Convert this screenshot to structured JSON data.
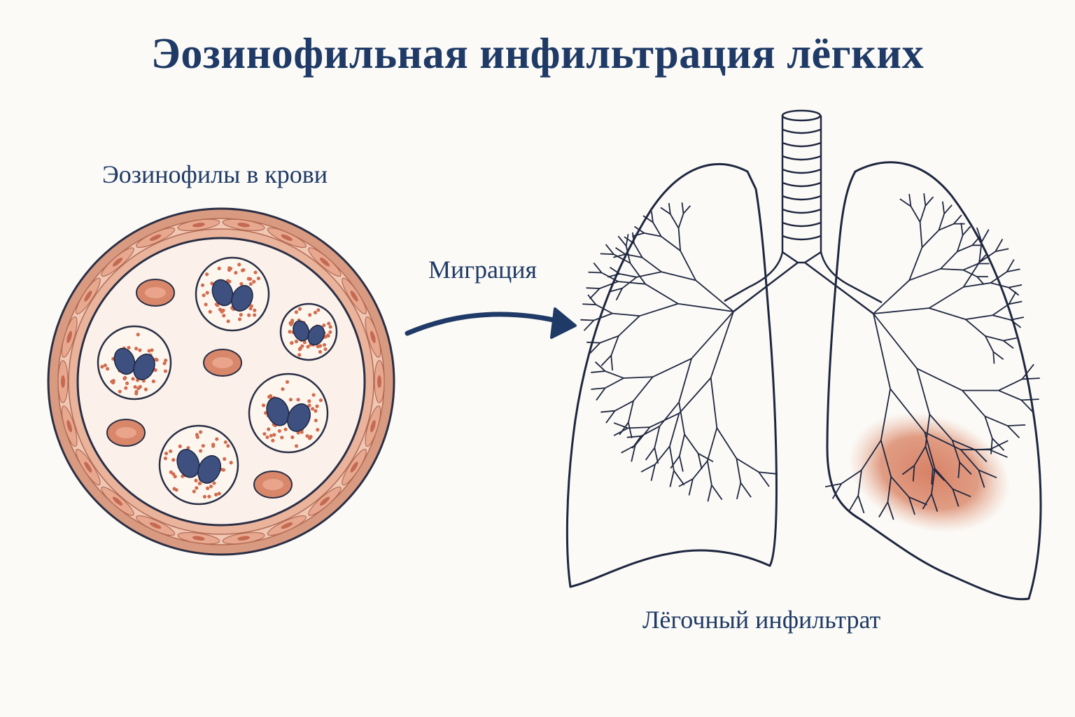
{
  "title": "Эозинофильная инфильтрация лёгких",
  "labels": {
    "blood": "Эозинофилы в крови",
    "migration": "Миграция",
    "infiltrate": "Лёгочный инфильтрат"
  },
  "colors": {
    "ink": "#1f3a66",
    "vessel_wall": "#d99a82",
    "vessel_dark": "#c97a62",
    "lumen": "#fbf1ea",
    "rbc": "#d9876a",
    "nucleus": "#3d5080",
    "granule": "#d26c4e",
    "infiltrate": "#d77b5f"
  }
}
